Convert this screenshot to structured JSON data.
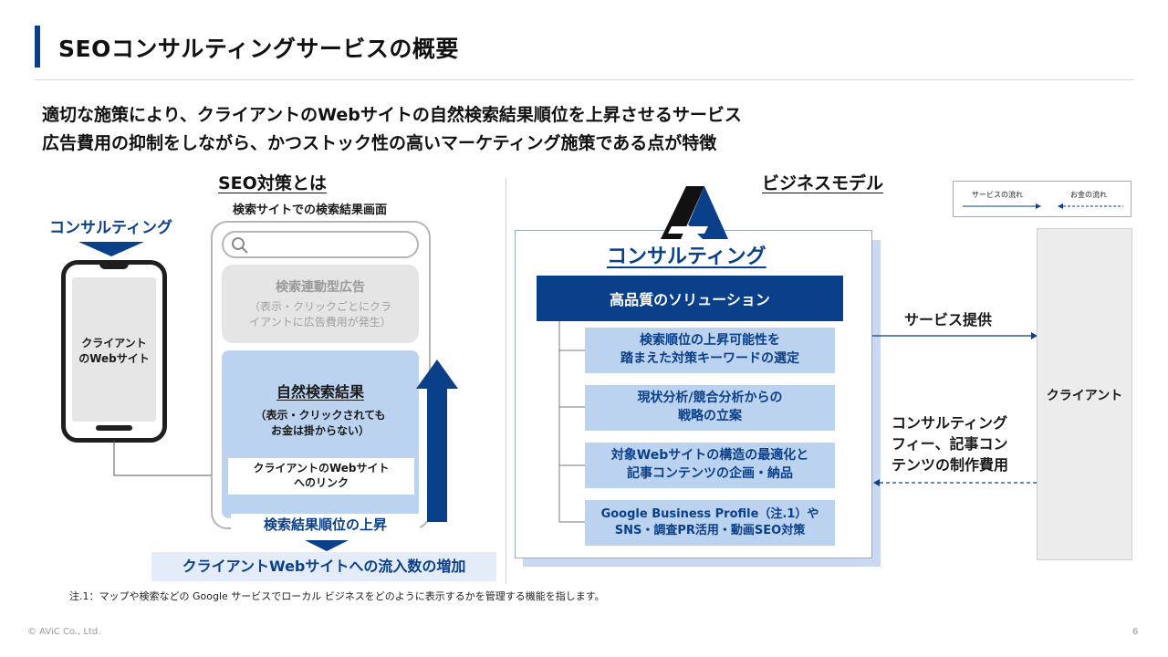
{
  "header": {
    "title": "SEOコンサルティングサービスの概要",
    "lead_1": "適切な施策により、クライアントのWebサイトの自然検索結果順位を上昇させるサービス",
    "lead_2": "広告費用の抑制をしながら、かつストック性の高いマーケティング施策である点が特徴"
  },
  "left": {
    "heading": "SEO対策とは",
    "consulting_label": "コンサルティング",
    "phone_text_1": "クライアント",
    "phone_text_2": "のWebサイト",
    "search_screen_label": "検索サイトでの検索結果画面",
    "ad_title": "検索連動型広告",
    "ad_desc_1": "（表示・クリックごとにクラ",
    "ad_desc_2": "イアントに広告費用が発生）",
    "organic_title": "自然検索結果",
    "organic_desc_1": "（表示・クリックされても",
    "organic_desc_2": "お金は掛からない）",
    "link_1": "クライアントのWebサイト",
    "link_2": "へのリンク",
    "rank_up": "検索結果順位の上昇",
    "traffic_up": "クライアントWebサイトへの流入数の増加"
  },
  "right": {
    "heading": "ビジネスモデル",
    "legend_service": "サービスの流れ",
    "legend_money": "お金の流れ",
    "consulting_title": "コンサルティング",
    "solution": "高品質のソリューション",
    "items": [
      {
        "line1": "検索順位の上昇可能性を",
        "line2": "踏まえた対策キーワードの選定"
      },
      {
        "line1": "現状分析/競合分析からの",
        "line2": "戦略の立案"
      },
      {
        "line1": "対象Webサイトの構造の最適化と",
        "line2": "記事コンテンツの企画・納品"
      },
      {
        "line1": "Google Business Profile（注.1）や",
        "line2": "SNS・調査PR活用・動画SEO対策"
      }
    ],
    "service_provide": "サービス提供",
    "fee_1": "コンサルティング",
    "fee_2": "フィー、記事コン",
    "fee_3": "テンツの制作費用",
    "client": "クライアント"
  },
  "footer": {
    "note": "注.1：マップや検索などの Google サービスでローカル ビジネスをどのように表示するかを管理する機能を指します。",
    "copyright": "© AViC Co., Ltd.",
    "page": "6"
  },
  "colors": {
    "navy": "#0a3f8a",
    "light_blue": "#bcd3ef",
    "shadow_blue": "#c9d9f1",
    "gray": "#e5e5e5"
  }
}
